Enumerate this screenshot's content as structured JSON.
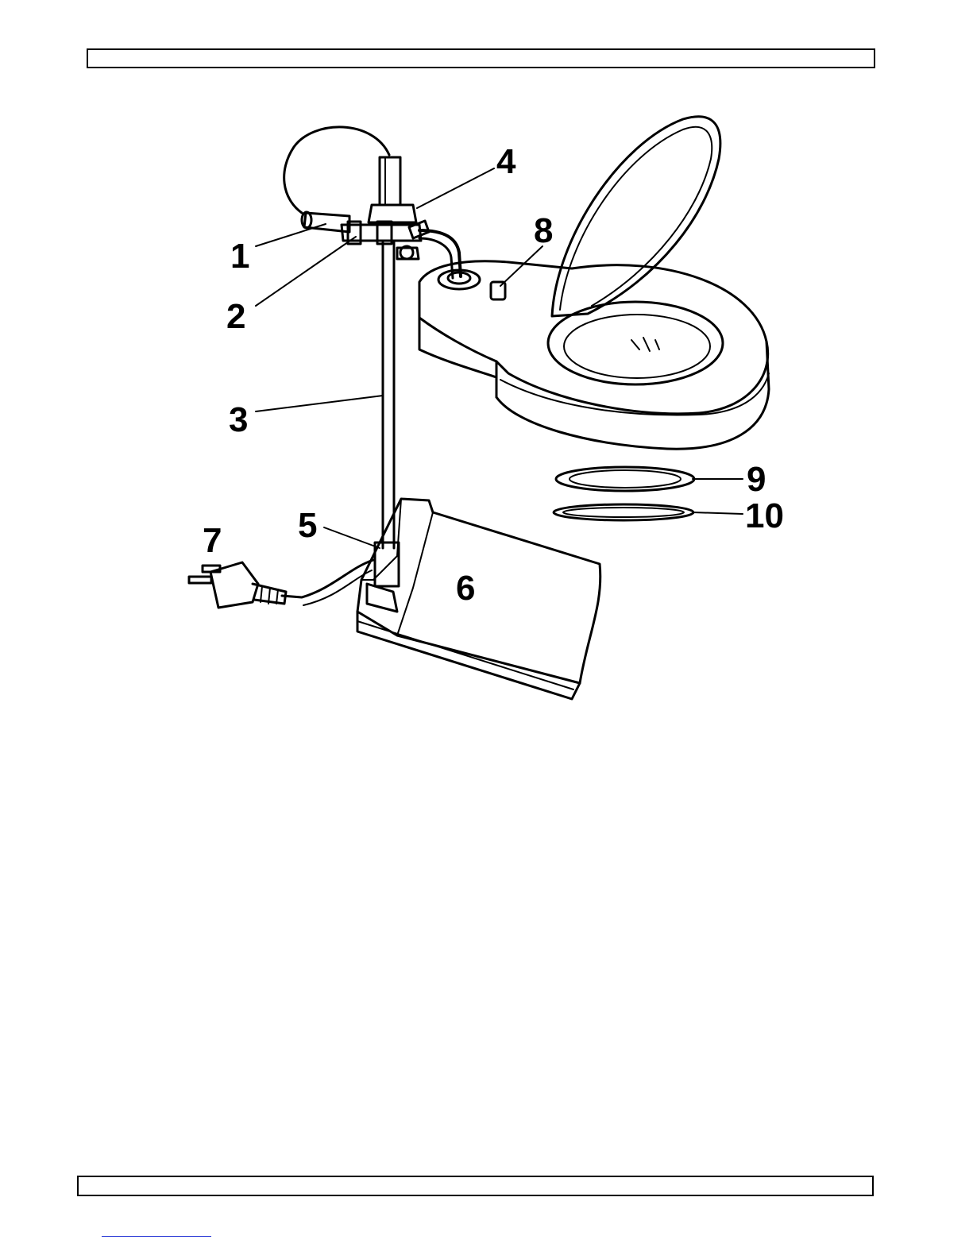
{
  "figure": {
    "callouts": {
      "c1": "1",
      "c2": "2",
      "c3": "3",
      "c4": "4",
      "c5": "5",
      "c6": "6",
      "c7": "7",
      "c8": "8",
      "c9": "9",
      "c10": "10"
    }
  }
}
